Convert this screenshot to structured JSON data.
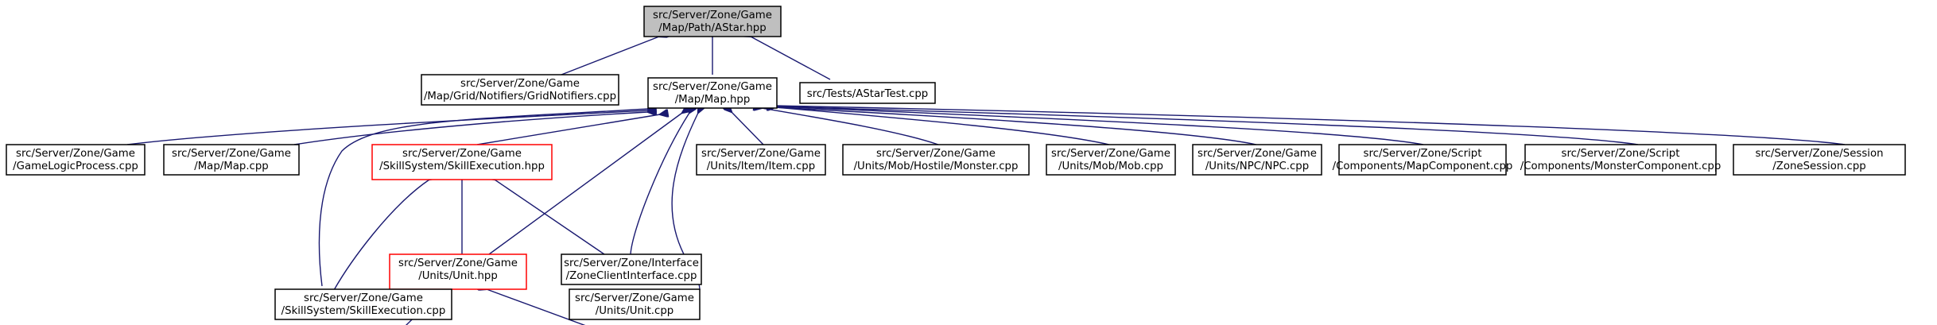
{
  "colors": {
    "edge": "#191970",
    "root_fill": "#bfbfbf",
    "node_stroke": "#000000",
    "truncated_node_stroke": "#ff0000"
  },
  "nodes": {
    "astar_hpp": {
      "line1": "src/Server/Zone/Game",
      "line2": "/Map/Path/AStar.hpp"
    },
    "grid_notifiers_cpp": {
      "line1": "src/Server/Zone/Game",
      "line2": "/Map/Grid/Notifiers/GridNotifiers.cpp"
    },
    "map_hpp": {
      "line1": "src/Server/Zone/Game",
      "line2": "/Map/Map.hpp"
    },
    "astar_test_cpp": {
      "line1": "src/Tests/AStarTest.cpp"
    },
    "game_logic_process_cpp": {
      "line1": "src/Server/Zone/Game",
      "line2": "/GameLogicProcess.cpp"
    },
    "map_cpp": {
      "line1": "src/Server/Zone/Game",
      "line2": "/Map/Map.cpp"
    },
    "skill_execution_hpp": {
      "line1": "src/Server/Zone/Game",
      "line2": "/SkillSystem/SkillExecution.hpp"
    },
    "item_cpp": {
      "line1": "src/Server/Zone/Game",
      "line2": "/Units/Item/Item.cpp"
    },
    "monster_cpp": {
      "line1": "src/Server/Zone/Game",
      "line2": "/Units/Mob/Hostile/Monster.cpp"
    },
    "mob_cpp": {
      "line1": "src/Server/Zone/Game",
      "line2": "/Units/Mob/Mob.cpp"
    },
    "npc_cpp": {
      "line1": "src/Server/Zone/Game",
      "line2": "/Units/NPC/NPC.cpp"
    },
    "map_component_cpp": {
      "line1": "src/Server/Zone/Script",
      "line2": "/Components/MapComponent.cpp"
    },
    "monster_component_cpp": {
      "line1": "src/Server/Zone/Script",
      "line2": "/Components/MonsterComponent.cpp"
    },
    "zone_session_cpp": {
      "line1": "src/Server/Zone/Session",
      "line2": "/ZoneSession.cpp"
    },
    "unit_hpp": {
      "line1": "src/Server/Zone/Game",
      "line2": "/Units/Unit.hpp"
    },
    "zone_client_interface_cpp": {
      "line1": "src/Server/Zone/Interface",
      "line2": "/ZoneClientInterface.cpp"
    },
    "skill_execution_cpp": {
      "line1": "src/Server/Zone/Game",
      "line2": "/SkillSystem/SkillExecution.cpp"
    },
    "unit_cpp": {
      "line1": "src/Server/Zone/Game",
      "line2": "/Units/Unit.cpp"
    }
  },
  "edges": [
    {
      "from": "grid_notifiers_cpp",
      "to": "astar_hpp"
    },
    {
      "from": "map_hpp",
      "to": "astar_hpp"
    },
    {
      "from": "astar_test_cpp",
      "to": "astar_hpp"
    },
    {
      "from": "game_logic_process_cpp",
      "to": "map_hpp"
    },
    {
      "from": "map_cpp",
      "to": "map_hpp"
    },
    {
      "from": "skill_execution_hpp",
      "to": "map_hpp"
    },
    {
      "from": "item_cpp",
      "to": "map_hpp"
    },
    {
      "from": "monster_cpp",
      "to": "map_hpp"
    },
    {
      "from": "mob_cpp",
      "to": "map_hpp"
    },
    {
      "from": "npc_cpp",
      "to": "map_hpp"
    },
    {
      "from": "map_component_cpp",
      "to": "map_hpp"
    },
    {
      "from": "monster_component_cpp",
      "to": "map_hpp"
    },
    {
      "from": "zone_session_cpp",
      "to": "map_hpp"
    },
    {
      "from": "unit_hpp",
      "to": "map_hpp"
    },
    {
      "from": "zone_client_interface_cpp",
      "to": "map_hpp"
    },
    {
      "from": "skill_execution_cpp",
      "to": "map_hpp"
    },
    {
      "from": "unit_cpp",
      "to": "map_hpp"
    },
    {
      "from": "unit_hpp",
      "to": "skill_execution_hpp"
    },
    {
      "from": "zone_client_interface_cpp",
      "to": "skill_execution_hpp"
    },
    {
      "from": "skill_execution_cpp",
      "to": "skill_execution_hpp"
    },
    {
      "from": "skill_execution_cpp",
      "to": "unit_hpp"
    },
    {
      "from": "unit_cpp",
      "to": "unit_hpp"
    }
  ]
}
